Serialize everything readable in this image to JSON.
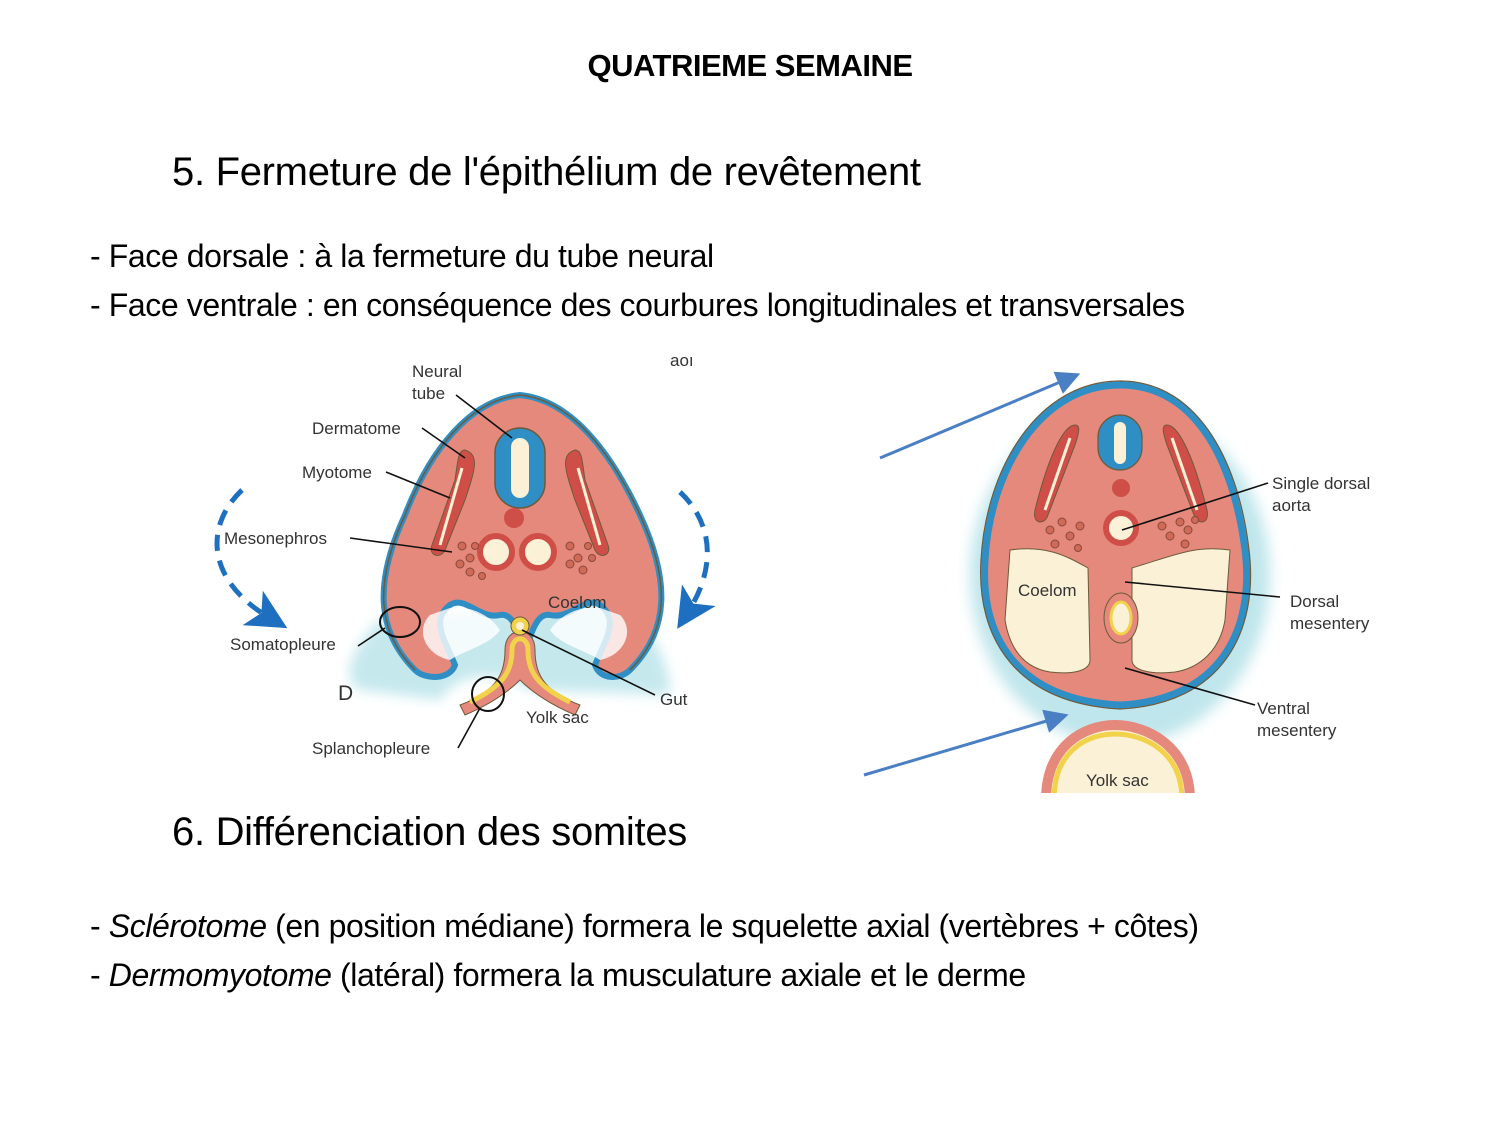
{
  "slide": {
    "title": "QUATRIEME SEMAINE",
    "section5": {
      "heading": "5. Fermeture de l'épithélium de revêtement",
      "bullets": [
        "- Face dorsale : à la fermeture du tube neural",
        "- Face ventrale : en conséquence des courbures longitudinales et transversales"
      ]
    },
    "section6": {
      "heading": "6. Différenciation des somites",
      "bullets": [
        {
          "prefix": "- ",
          "term": "Sclérotome",
          "rest": " (en position médiane) formera le squelette axial (vertèbres + côtes)"
        },
        {
          "prefix": "- ",
          "term": "Dermomyotome",
          "rest": " (latéral) formera la musculature axiale et le derme"
        }
      ]
    }
  },
  "figure_left": {
    "panel_letter": "D",
    "labels": {
      "neural_tube_1": "Neural",
      "neural_tube_2": "tube",
      "dermatome": "Dermatome",
      "myotome": "Myotome",
      "mesonephros": "Mesonephros",
      "coelom": "Coelom",
      "somatopleure": "Somatopleure",
      "gut": "Gut",
      "yolk_sac": "Yolk sac",
      "splanchnopleure": "Splanchopleure",
      "cut_text": "aoı"
    }
  },
  "figure_right": {
    "labels": {
      "single_dorsal_aorta_1": "Single dorsal",
      "single_dorsal_aorta_2": "aorta",
      "coelom": "Coelom",
      "dorsal_mesentery_1": "Dorsal",
      "dorsal_mesentery_2": "mesentery",
      "ventral_mesentery_1": "Ventral",
      "ventral_mesentery_2": "mesentery",
      "yolk_sac": "Yolk sac"
    }
  },
  "colors": {
    "tissue": "#e4897b",
    "ectoderm": "#2f8fc4",
    "outline": "#6e5a3c",
    "dermomyotome": "#cf4f48",
    "lumen": "#fbf1d6",
    "endoderm": "#f1d24a",
    "glow": "#bfe6ec",
    "arrow": "#1f6fc0",
    "pointer_arrow": "#4a7fc4"
  }
}
